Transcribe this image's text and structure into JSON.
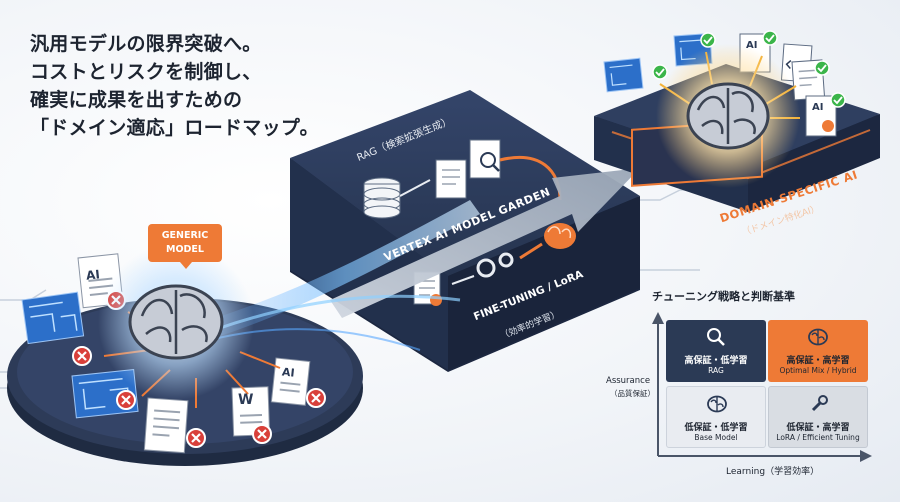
{
  "headline": {
    "line1": "汎用モデルの限界突破へ。",
    "line2": "コストとリスクを制御し、",
    "line3": "確実に成果を出すための",
    "line4": "「ドメイン適応」ロードマップ。"
  },
  "generic_model": {
    "line1": "GENERIC",
    "line2": "MODEL"
  },
  "left_docs": {
    "doc_ai_1": "AI",
    "doc_ai_2": "AI",
    "doc_w": "W"
  },
  "platform": {
    "rag_label": "RAG（検索拡張生成）",
    "garden_label": "VERTEX AI MODEL GARDEN",
    "ft_label": "FINE-TUNING / LoRA",
    "ft_sub": "（効率的学習）"
  },
  "domain_ai": {
    "title": "DOMAIN-SPECIFIC AI",
    "subtitle": "（ドメイン特化AI）",
    "doc_ai_1": "AI",
    "doc_ai_2": "AI"
  },
  "matrix": {
    "title": "チューニング戦略と判断基準",
    "y_axis": "Assurance",
    "y_axis_sub": "（品質保証）",
    "x_axis": "Learning（学習効率）",
    "quadrants": [
      {
        "title": "高保証・低学習",
        "subtitle": "RAG"
      },
      {
        "title": "高保証・高学習",
        "subtitle": "Optimal Mix / Hybrid"
      },
      {
        "title": "低保証・低学習",
        "subtitle": "Base Model"
      },
      {
        "title": "低保証・高学習",
        "subtitle": "LoRA / Efficient Tuning"
      }
    ]
  },
  "colors": {
    "navy": "#2b3a55",
    "orange": "#ee7a36",
    "blue": "#3a7bd5",
    "green": "#3bb54a",
    "red": "#d9403a",
    "gray": "#d9dde3"
  }
}
